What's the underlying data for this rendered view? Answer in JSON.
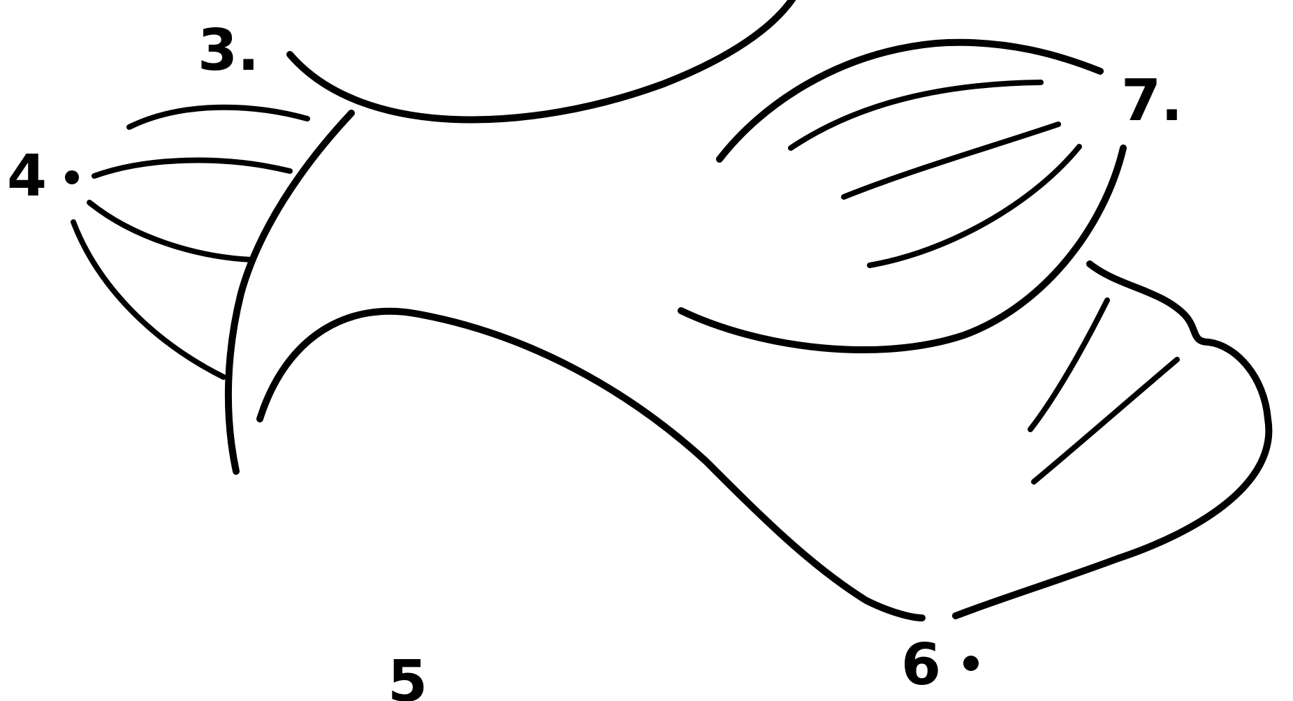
{
  "diagram": {
    "points": [
      {
        "id": "p3",
        "label": "3."
      },
      {
        "id": "p4",
        "label": "4"
      },
      {
        "id": "p5",
        "label": "5"
      },
      {
        "id": "p6",
        "label": "6"
      },
      {
        "id": "p7",
        "label": "7."
      }
    ],
    "colors": {
      "ink": "#000000",
      "background": "#ffffff"
    }
  }
}
